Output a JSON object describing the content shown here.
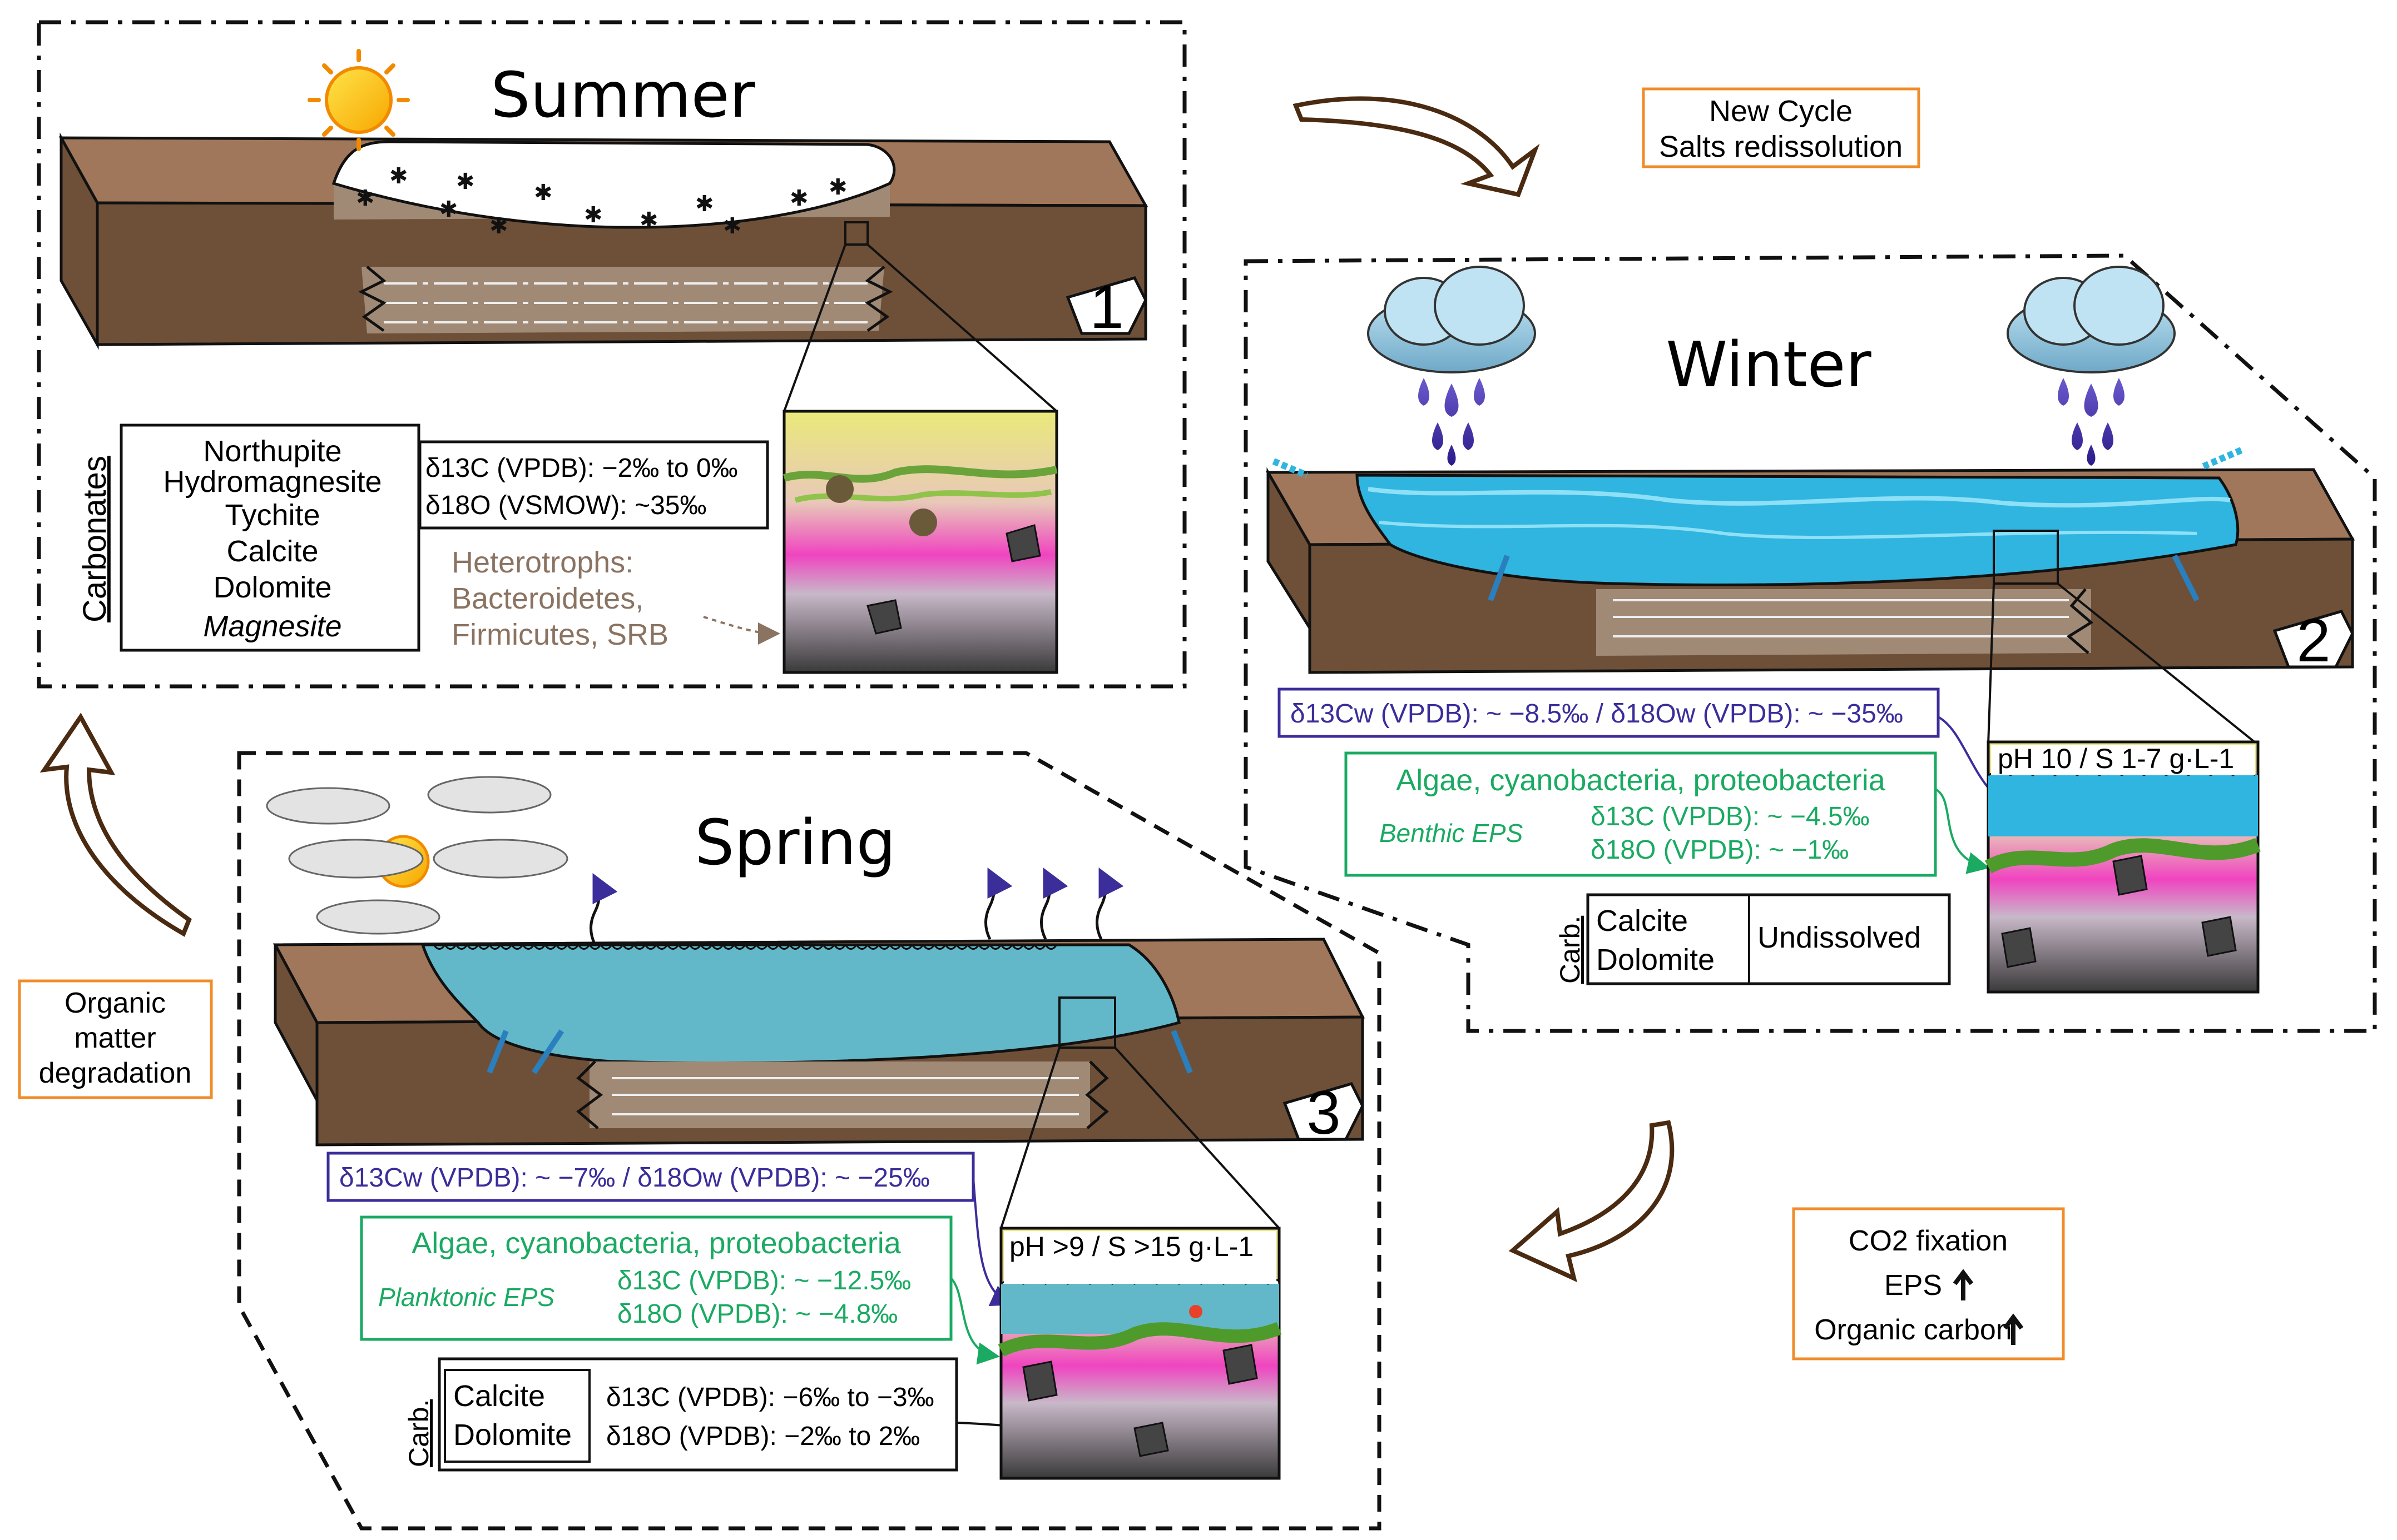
{
  "summer": {
    "title": "Summer",
    "number": "1",
    "carbonates_label": "Carbonates",
    "minerals": [
      "Northupite",
      "Hydromagnesite",
      "Tychite",
      "Calcite",
      "Dolomite",
      "Magnesite"
    ],
    "isotopes": [
      "δ13C (VPDB): −2‰ to 0‰",
      "δ18O (VSMOW): ~35‰"
    ],
    "heterotrophs": [
      "Heterotrophs:",
      "Bacteroidetes,",
      "Firmicutes, SRB"
    ]
  },
  "winter": {
    "title": "Winter",
    "number": "2",
    "water_isotopes": "δ13Cw (VPDB):  ~ −8.5‰ / δ18Ow (VPDB): ~ −35‰",
    "biota_title": "Algae, cyanobacteria, proteobacteria",
    "eps_label": "Benthic EPS",
    "eps_isotopes": [
      "δ13C (VPDB): ~ −4.5‰",
      "δ18O (VPDB): ~ −1‰"
    ],
    "carb_label": "Carb.",
    "carb_minerals": [
      "Calcite",
      "Dolomite"
    ],
    "carb_note": "Undissolved",
    "ph_label": "pH 10 / S 1-7 g·L-1"
  },
  "spring": {
    "title": "Spring",
    "number": "3",
    "water_isotopes": "δ13Cw (VPDB): ~ −7‰ / δ18Ow (VPDB): ~ −25‰",
    "biota_title": "Algae, cyanobacteria, proteobacteria",
    "eps_label": "Planktonic EPS",
    "eps_isotopes": [
      "δ13C (VPDB): ~ −12.5‰",
      "δ18O (VPDB): ~ −4.8‰"
    ],
    "carb_label": "Carb.",
    "carb_minerals": [
      "Calcite",
      "Dolomite"
    ],
    "carb_isotopes": [
      "δ13C (VPDB): −6‰ to −3‰",
      "δ18O (VPDB): −2‰ to 2‰"
    ],
    "ph_label": "pH >9 / S >15 g·L-1"
  },
  "new_cycle": [
    "New Cycle",
    "Salts redissolution"
  ],
  "organic": [
    "Organic",
    "matter",
    "degradation"
  ],
  "co2": [
    "CO2 fixation",
    "EPS",
    "Organic carbon"
  ],
  "colors": {
    "soil_top": "#a0775a",
    "soil_dark": "#6e5038",
    "water_winter": "#2fb5e0",
    "water_spring": "#62b8c8",
    "orange_box": "#f08c2a",
    "purple": "#3b2d9a",
    "green": "#1aaa62",
    "brown_text": "#8b7362",
    "arrow": "#4a2a10"
  }
}
